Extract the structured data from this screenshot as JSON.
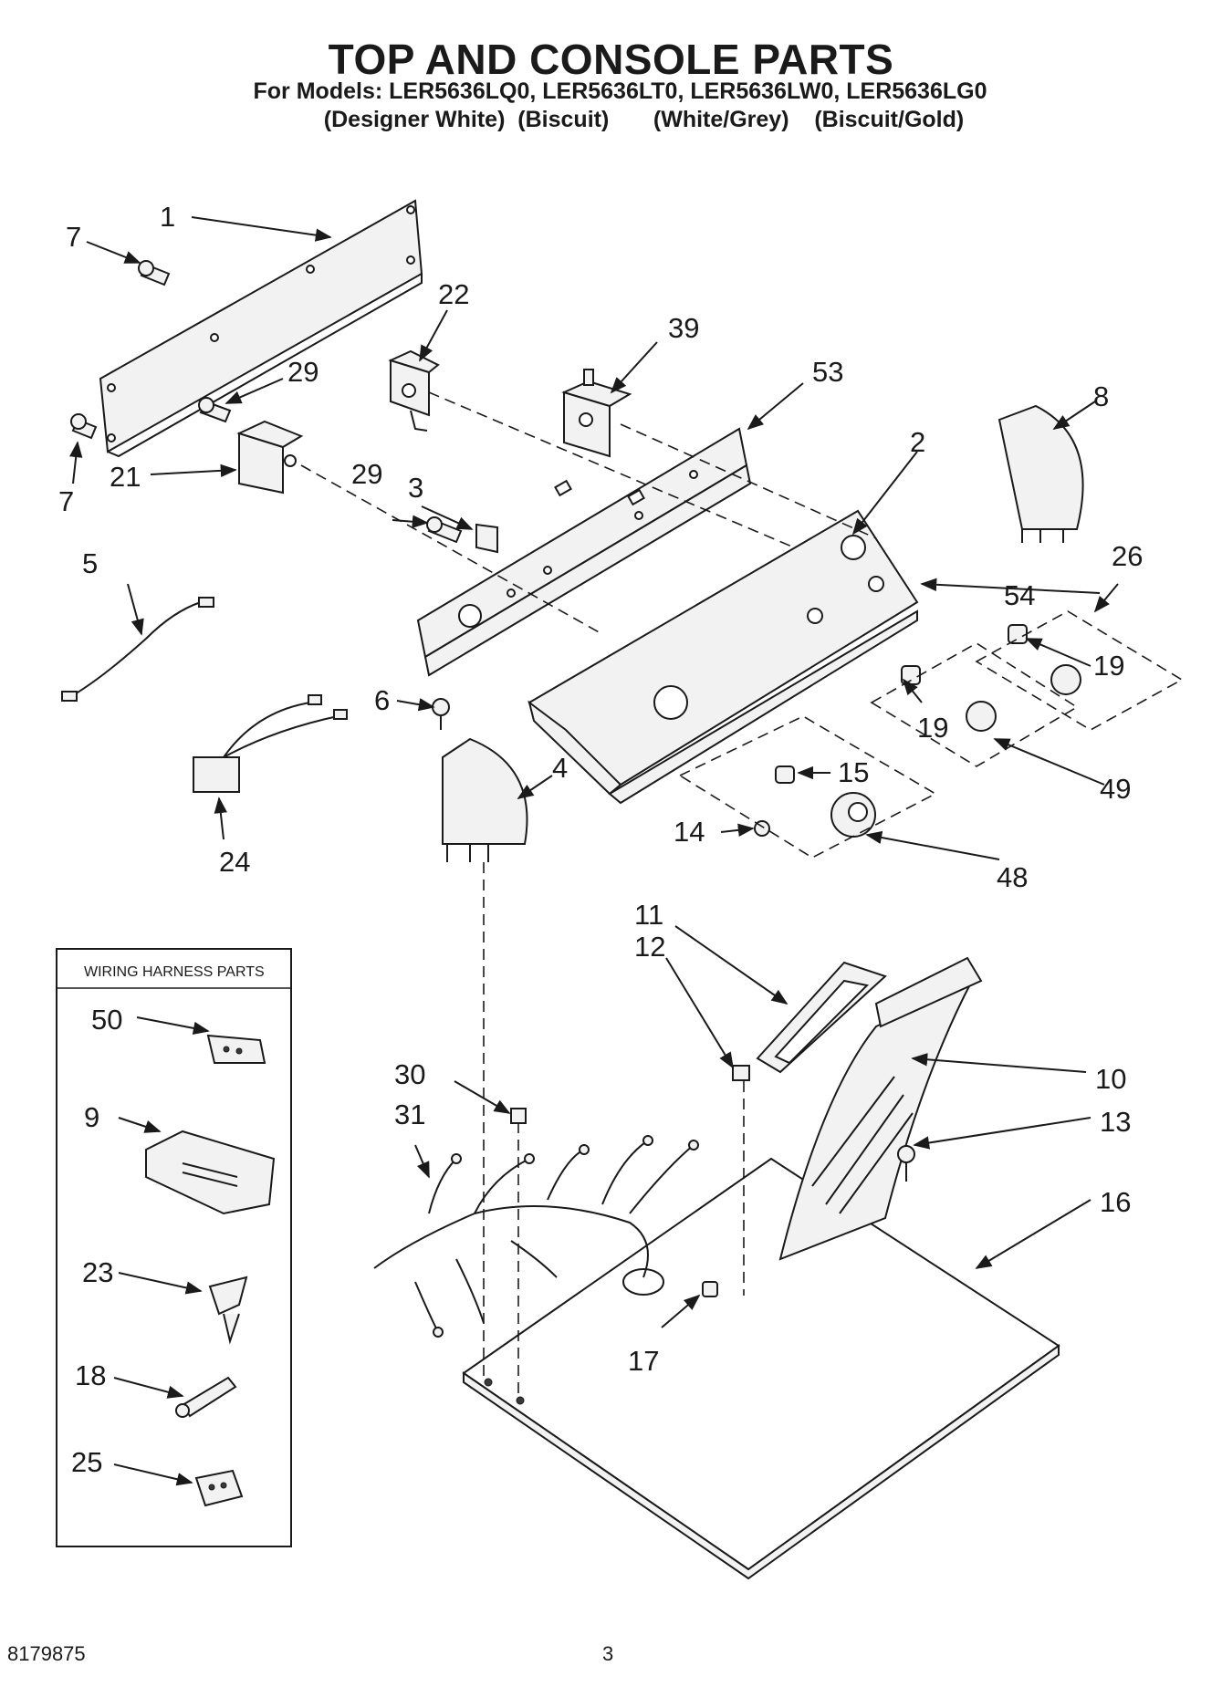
{
  "header": {
    "title": "TOP AND CONSOLE PARTS",
    "models": "For Models: LER5636LQ0, LER5636LT0, LER5636LW0, LER5636LG0",
    "colors": "(Designer White)  (Biscuit)       (White/Grey)    (Biscuit/Gold)"
  },
  "callouts": {
    "c1": "1",
    "c2": "2",
    "c3": "3",
    "c4": "4",
    "c5": "5",
    "c6": "6",
    "c7a": "7",
    "c7b": "7",
    "c8": "8",
    "c9": "9",
    "c10": "10",
    "c11": "11",
    "c12": "12",
    "c13": "13",
    "c14": "14",
    "c15": "15",
    "c16": "16",
    "c17": "17",
    "c18": "18",
    "c19a": "19",
    "c19b": "19",
    "c21": "21",
    "c22": "22",
    "c23": "23",
    "c24": "24",
    "c25": "25",
    "c26": "26",
    "c29a": "29",
    "c29b": "29",
    "c30": "30",
    "c31": "31",
    "c39": "39",
    "c48": "48",
    "c49": "49",
    "c50": "50",
    "c53": "53",
    "c54": "54"
  },
  "harness_box": {
    "title": "WIRING HARNESS PARTS"
  },
  "footer": {
    "part_number": "8179875",
    "page": "3"
  }
}
